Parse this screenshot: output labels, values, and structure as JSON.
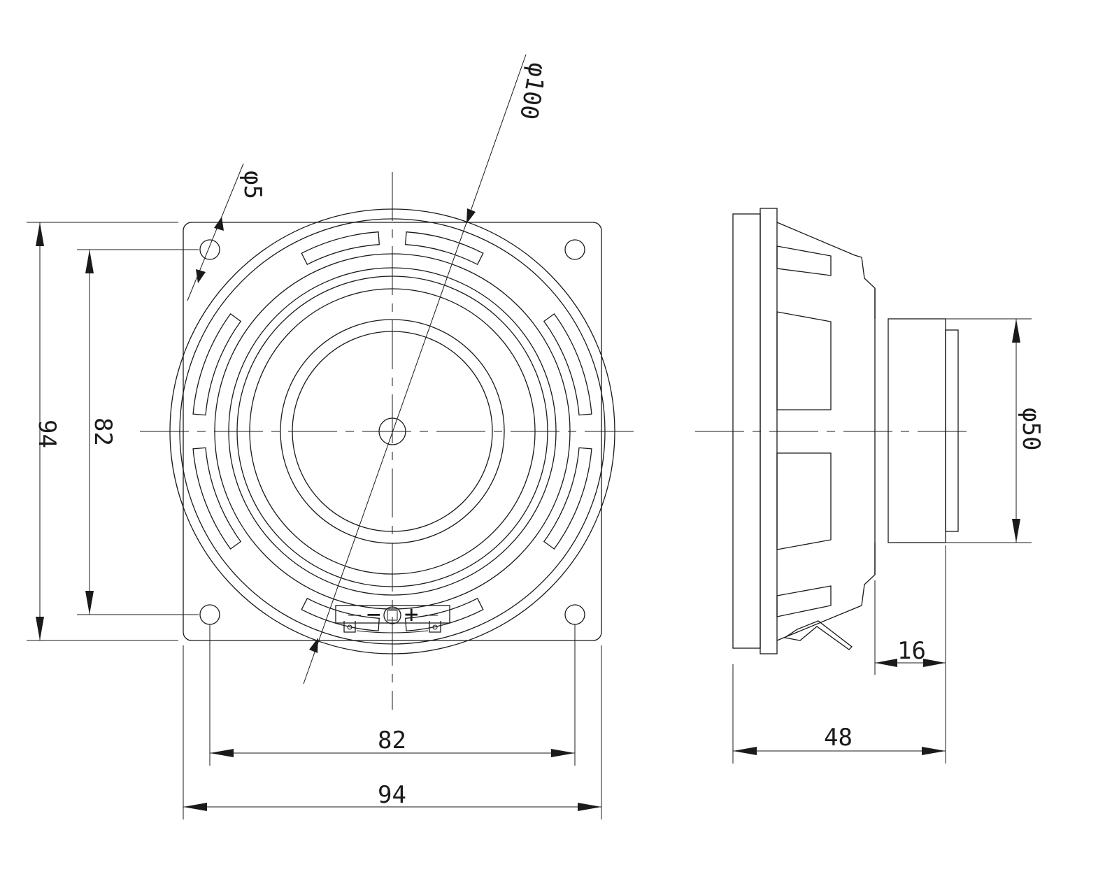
{
  "colors": {
    "stroke": "#1a1a1a",
    "background": "#ffffff"
  },
  "front_view": {
    "dimensions": {
      "mount_hole_diameter": "φ5",
      "outer_diameter": "φ100",
      "frame_height": "94",
      "hole_spacing_vertical": "82",
      "hole_spacing_horizontal": "82",
      "frame_width": "94"
    },
    "terminal": {
      "negative_mark": "−",
      "positive_mark": "+"
    }
  },
  "side_view": {
    "dimensions": {
      "magnet_diameter": "φ50",
      "magnet_depth": "16",
      "total_depth": "48"
    }
  }
}
